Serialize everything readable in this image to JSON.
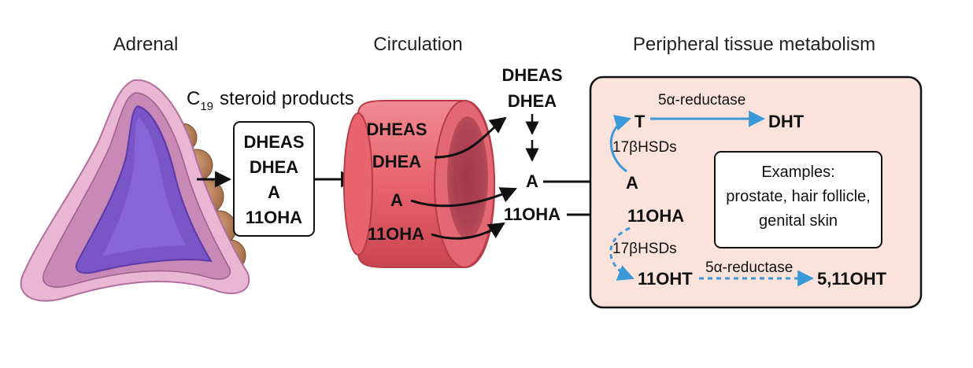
{
  "headers": {
    "adrenal": "Adrenal",
    "circulation": "Circulation",
    "peripheral": "Peripheral tissue metabolism"
  },
  "c19_label": {
    "prefix": "C",
    "subscript": "19",
    "suffix": "steroid products"
  },
  "adrenal_box": {
    "items": [
      "DHEAS",
      "DHEA",
      "A",
      "11OHA"
    ]
  },
  "vessel": {
    "labels": [
      "DHEAS",
      "DHEA",
      "A",
      "11OHA"
    ]
  },
  "circulation_free": {
    "dheas": "DHEAS",
    "dhea": "DHEA",
    "a": "A",
    "ohA": "11OHA"
  },
  "peripheral": {
    "t": "T",
    "dht": "DHT",
    "reductase_top": "5α-reductase",
    "hsd_top": "17βHSDs",
    "a": "A",
    "ohA": "11OHA",
    "hsd_bottom": "17βHSDs",
    "oht": "11OHT",
    "reductase_bottom": "5α-reductase",
    "oht_511": "5,11OHT",
    "examples": {
      "title": "Examples:",
      "line1": "prostate, hair follicle,",
      "line2": "genital skin"
    }
  },
  "colors": {
    "arrow_black": "#111111",
    "arrow_blue": "#3a9ad9",
    "panel_fill": "#fbe3dc",
    "vessel_red": "#e8646e",
    "adrenal_purple": "#7a55c8",
    "adrenal_pink": "#d9a3c8"
  }
}
